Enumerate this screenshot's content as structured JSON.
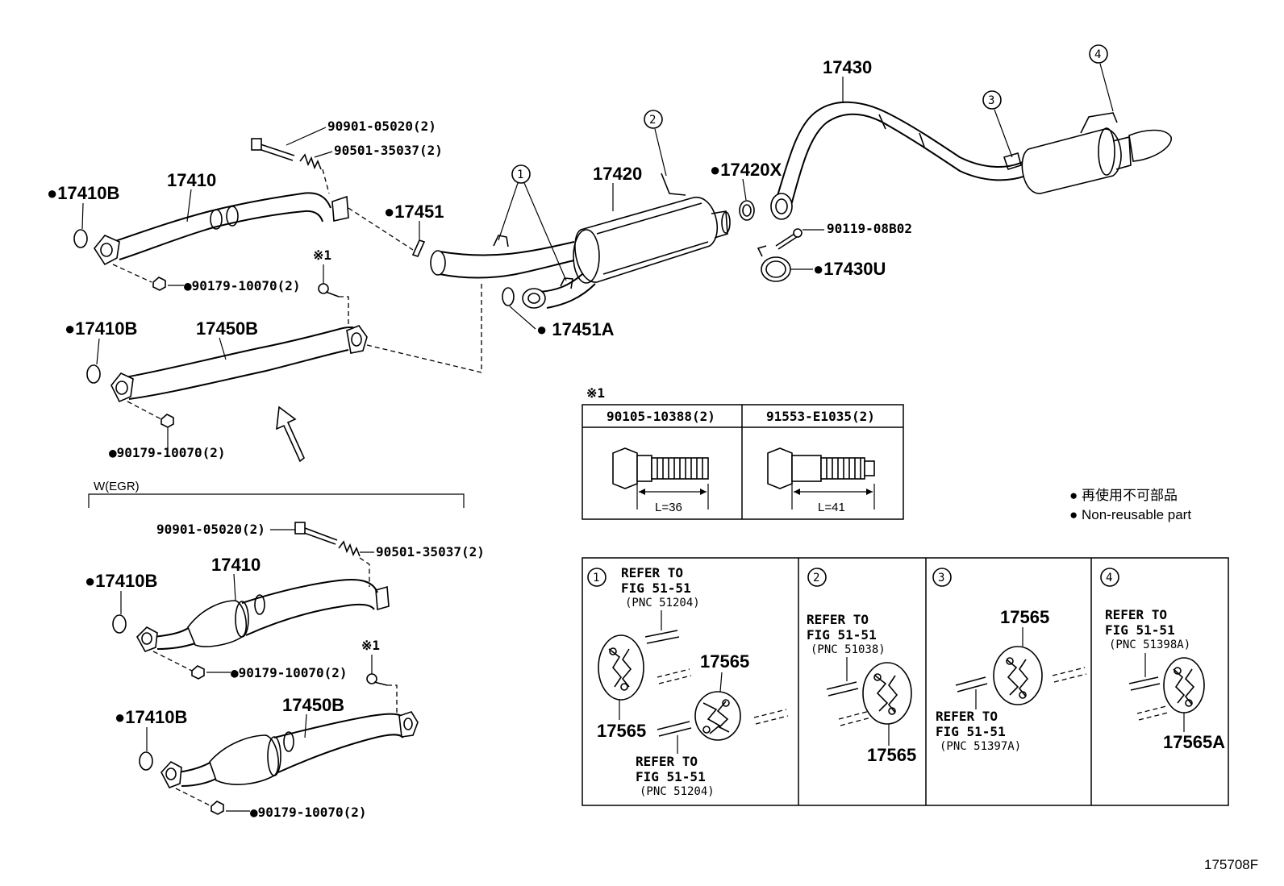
{
  "labels": {
    "p17430": "17430",
    "p17420": "17420",
    "p17420x": "●17420X",
    "p17451": "●17451",
    "p17451a": "● 17451A",
    "p90119": "90119-08B02",
    "p17430u": "●17430U",
    "p17410_top": "17410",
    "p17410b_1": "●17410B",
    "p90901_top": "90901-05020(2)",
    "p90501_top": "90501-35037(2)",
    "p90179_1": "●90179-10070(2)",
    "p17410b_2": "●17410B",
    "p17450b_top": "17450B",
    "p90179_2": "●90179-10070(2)",
    "ref1_mark": "※1",
    "weg": "W(EGR)",
    "p90901_bot": "90901-05020(2)",
    "p90501_bot": "90501-35037(2)",
    "p17410_bot": "17410",
    "p17410b_3": "●17410B",
    "p90179_3": "●90179-10070(2)",
    "ref1_mark2": "※1",
    "p17410b_4": "●17410B",
    "p17450b_bot": "17450B",
    "p90179_4": "●90179-10070(2)",
    "c1": "1",
    "c2": "2",
    "c3": "3",
    "c4": "4",
    "figure_id": "175708F"
  },
  "note_table": {
    "mark": "※1",
    "col1": "90105-10388(2)",
    "col2": "91553-E1035(2)",
    "len1": "L=36",
    "len2": "L=41"
  },
  "legend": {
    "line1": "● 再使用不可部品",
    "line2": "● Non-reusable part"
  },
  "detail_boxes": [
    {
      "num": "1",
      "ref_a": [
        "REFER TO",
        "FIG 51-51",
        "(PNC 51204)"
      ],
      "ref_b": [
        "REFER TO",
        "FIG 51-51",
        "(PNC 51204)"
      ],
      "part_a": "17565",
      "part_b": "17565"
    },
    {
      "num": "2",
      "ref_a": [
        "REFER TO",
        "FIG 51-51",
        "(PNC 51038)"
      ],
      "part_a": "17565"
    },
    {
      "num": "3",
      "ref_a": [
        "REFER TO",
        "FIG 51-51",
        "(PNC 51397A)"
      ],
      "part_a": "17565"
    },
    {
      "num": "4",
      "ref_a": [
        "REFER TO",
        "FIG 51-51",
        "(PNC 51398A)"
      ],
      "part_a": "17565A"
    }
  ]
}
